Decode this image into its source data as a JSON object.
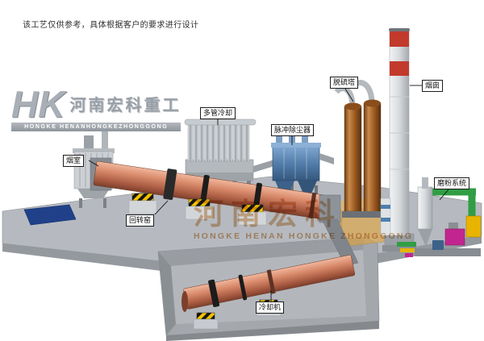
{
  "disclaimer": "该工艺仅供参考，具体根据客户的要求进行设计",
  "logo": {
    "monogram": "HK",
    "company_cn": "河南宏科重工",
    "company_en": "HONGKE HENANHONGKEZHONGGONG"
  },
  "watermark": {
    "cn": "河南宏科",
    "en": "HONGKE HENAN HONGKE ZHONGGONG"
  },
  "labels": {
    "smoke_chamber": "烟室",
    "rotary_kiln": "回转窑",
    "multi_tube_cooler": "多管冷却",
    "pulse_dust_collector": "脉冲除尘器",
    "desulfurization_tower": "脱硫塔",
    "chimney": "烟囱",
    "grinding_system": "磨粉系统",
    "cooling_machine": "冷却机"
  },
  "colors": {
    "kiln_shell": "#cd7f63",
    "dust_collector_blue": "#4d7fae",
    "chimney_band_red": "#c23a2c",
    "tower_shell_brown": "#a05c22",
    "hazard_yellow": "#f2c200",
    "pipe_green": "#2f9e44",
    "grinder_magenta": "#c2258f",
    "watermark_orange": "#c5792d"
  }
}
